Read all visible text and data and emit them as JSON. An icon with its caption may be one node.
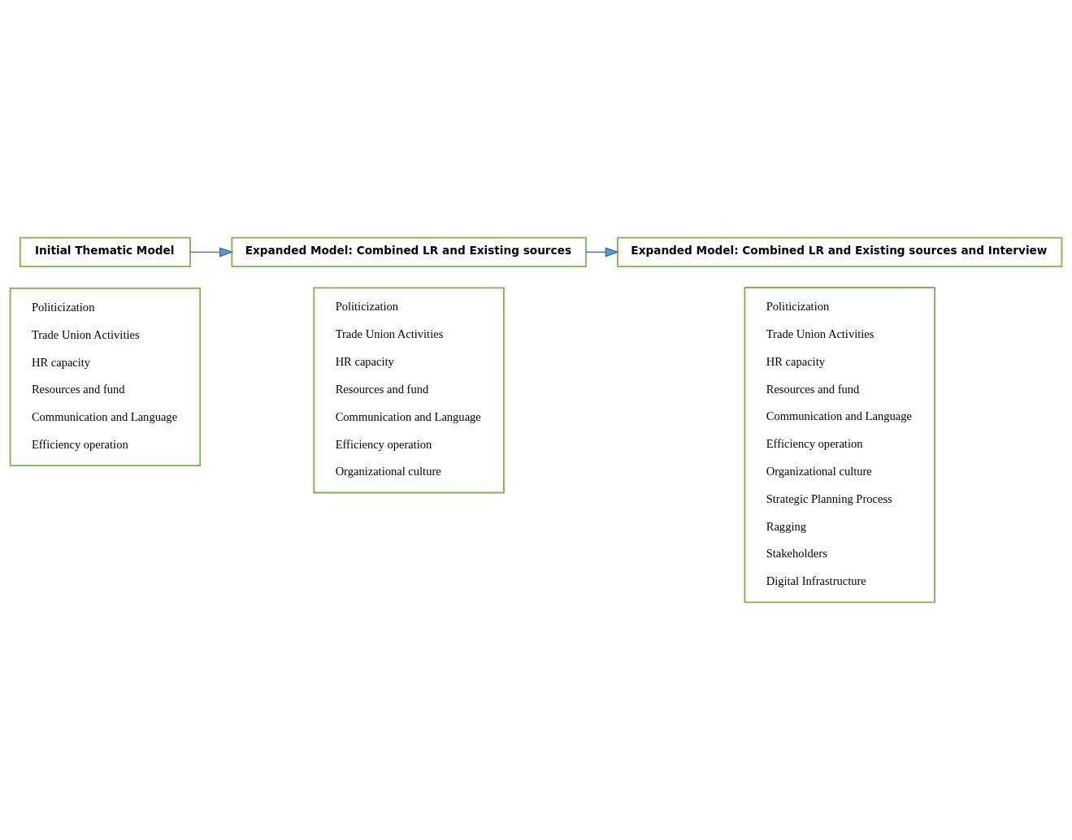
{
  "diagram": {
    "nodes": [
      {
        "text": [
          "Initial Thematic Model"
        ]
      },
      {
        "text": [
          "Expanded Model: Combined LR and Existing sources"
        ]
      },
      {
        "text": [
          "Expanded Model: Combined LR and Existing sources and Interview"
        ]
      },
      {
        "text": [
          "Politicization",
          "Trade Union Activities",
          "HR capacity",
          "Resources and fund",
          "Communication and Language",
          "Efficiency operation"
        ]
      },
      {
        "text": [
          "Politicization",
          "Trade Union Activities",
          "HR capacity",
          "Resources and fund",
          "Communication and Language",
          "Efficiency operation",
          "Organizational culture"
        ]
      },
      {
        "text": [
          "Politicization",
          "Trade Union Activities",
          "HR capacity",
          "Resources and fund",
          "Communication and Language",
          "Efficiency operation",
          "Organizational culture",
          "Strategic Planning Process",
          "Ragging",
          "Stakeholders",
          "Digital Infrastructure"
        ]
      }
    ],
    "edges": [
      {
        "from": 0,
        "to": 1,
        "arrow": "to"
      },
      {
        "from": 1,
        "to": 2,
        "arrow": "to"
      }
    ]
  }
}
